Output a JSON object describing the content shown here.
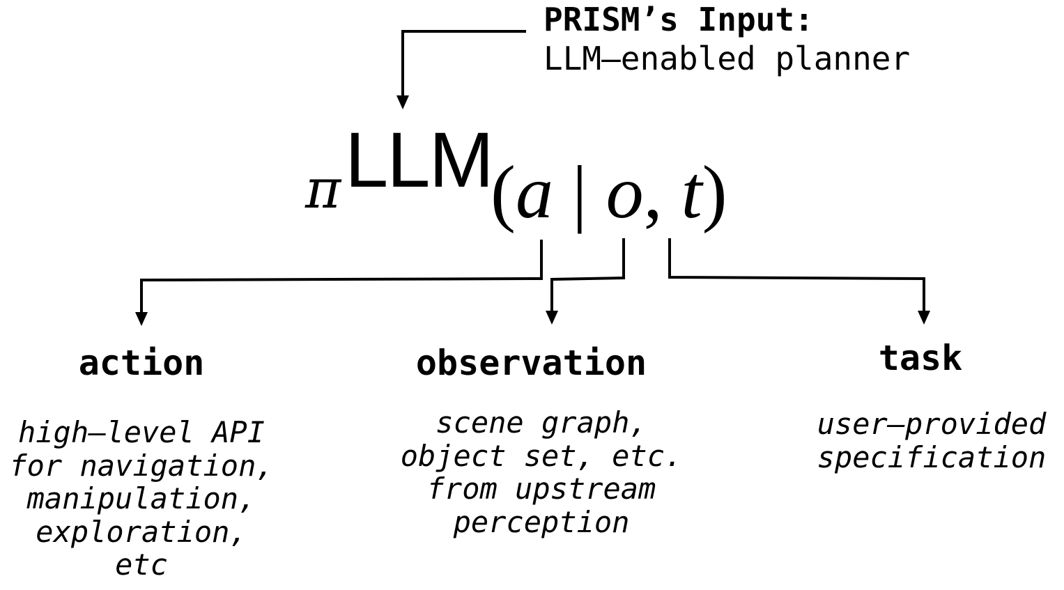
{
  "input": {
    "title": "PRISM’s Input:",
    "subtitle": "LLM–enabled planner"
  },
  "formula": {
    "symbol": "π",
    "superscript": "LLM",
    "open_paren": "(",
    "arg_action": "a",
    "separator": " | ",
    "arg_observation": "o",
    "comma": ", ",
    "arg_task": "t",
    "close_paren": ")"
  },
  "branches": {
    "action": {
      "label": "action",
      "lines": [
        "high–level API",
        "for navigation,",
        "manipulation,",
        "exploration,",
        "etc"
      ]
    },
    "observation": {
      "label": "observation",
      "lines": [
        "scene graph,",
        "object set, etc.",
        "from upstream",
        "perception"
      ]
    },
    "task": {
      "label": "task",
      "lines": [
        "user–provided",
        "specification"
      ]
    }
  },
  "colors": {
    "ink": "#000000",
    "background": "#ffffff"
  }
}
